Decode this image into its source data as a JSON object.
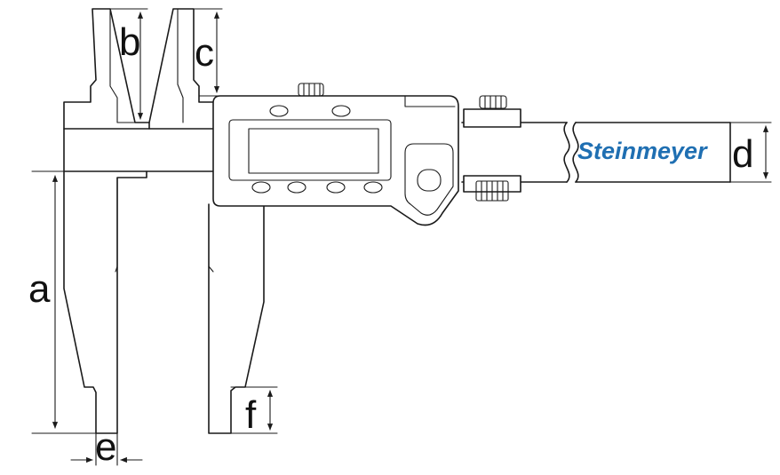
{
  "labels": {
    "a": "a",
    "b": "b",
    "c": "c",
    "d": "d",
    "e": "e",
    "f": "f"
  },
  "brand": {
    "text": "Steinmeyer",
    "color": "#1f6fb2"
  },
  "colors": {
    "line": "#1a1a1a",
    "background": "#ffffff"
  }
}
